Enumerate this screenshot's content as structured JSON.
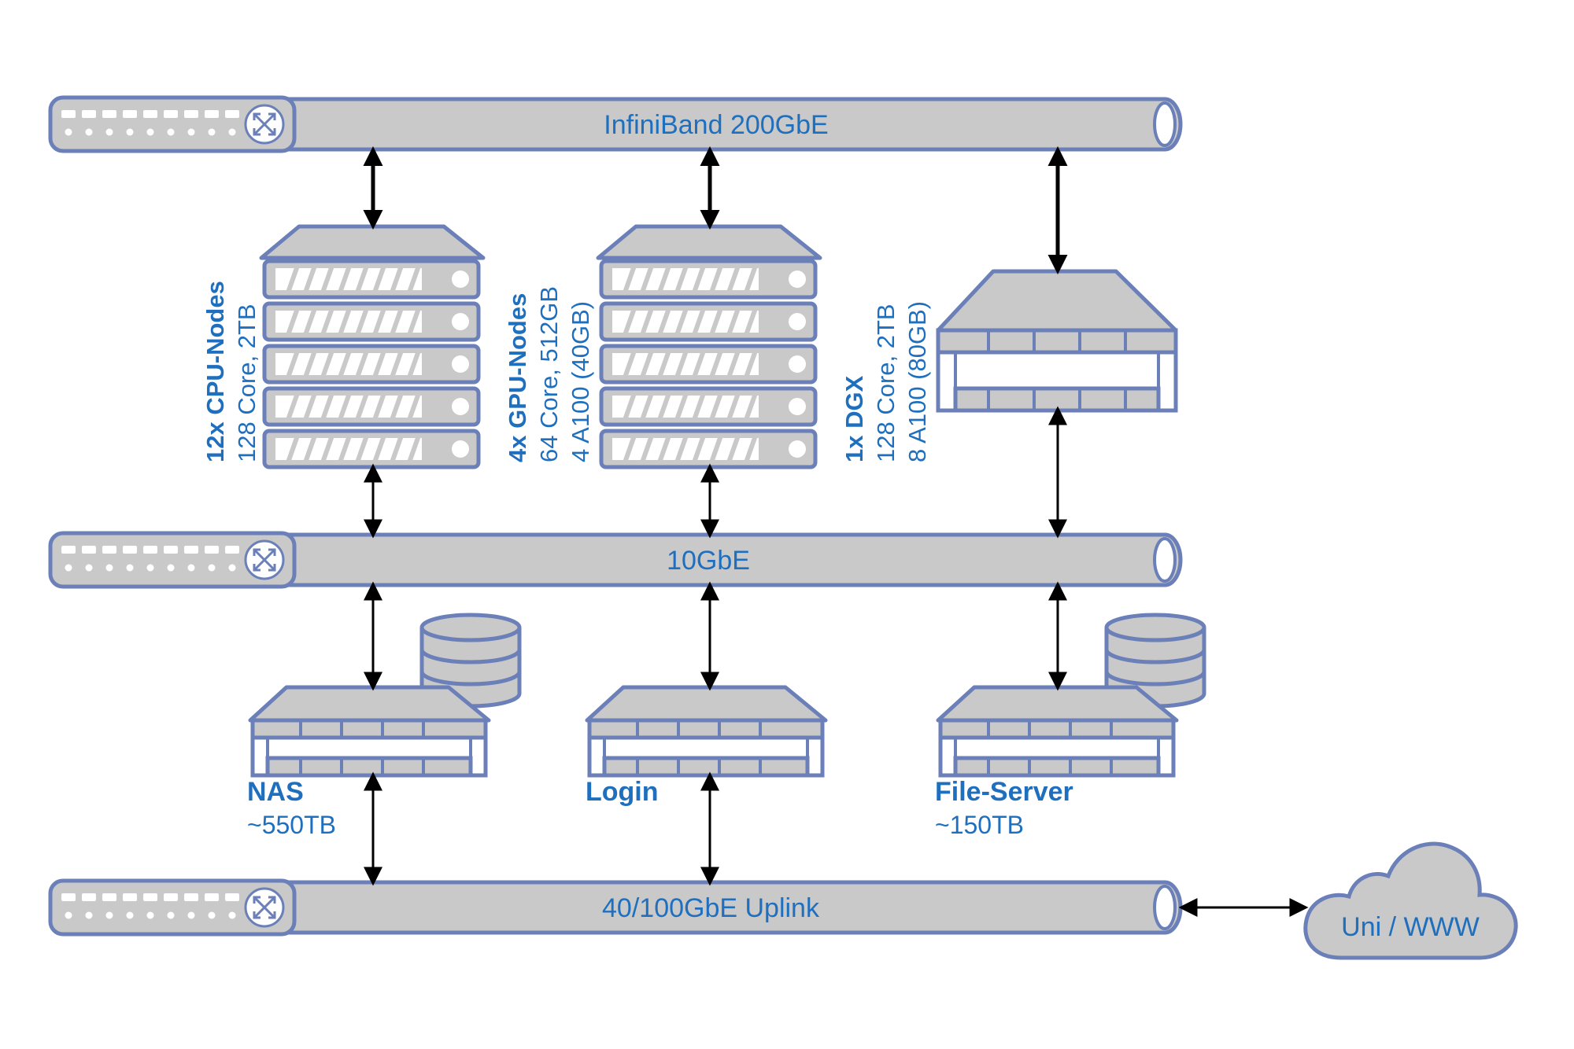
{
  "buses": {
    "infiniband": {
      "label": "InfiniBand 200GbE"
    },
    "gbe10": {
      "label": "10GbE"
    },
    "uplink": {
      "label": "40/100GbE Uplink"
    }
  },
  "compute": {
    "cpu": {
      "title": "12x CPU-Nodes",
      "line1": "128 Core, 2TB"
    },
    "gpu": {
      "title": "4x GPU-Nodes",
      "line1": "64 Core, 512GB",
      "line2": "4 A100 (40GB)"
    },
    "dgx": {
      "title": "1x DGX",
      "line1": "128 Core, 2TB",
      "line2": "8 A100 (80GB)"
    }
  },
  "servers": {
    "nas": {
      "title": "NAS",
      "detail": "~550TB"
    },
    "login": {
      "title": "Login"
    },
    "fileserver": {
      "title": "File-Server",
      "detail": "~150TB"
    }
  },
  "cloud": {
    "label": "Uni / WWW"
  },
  "colors": {
    "stroke": "#6b7fb8",
    "fill": "#c9c9c9",
    "text": "#1f6fbf",
    "arrow": "#000000"
  },
  "icons": {
    "switch": "network-switch-icon",
    "router": "router-arrows-icon",
    "rack": "rack-server-icon",
    "storage": "database-disk-icon",
    "cloud": "cloud-icon"
  }
}
